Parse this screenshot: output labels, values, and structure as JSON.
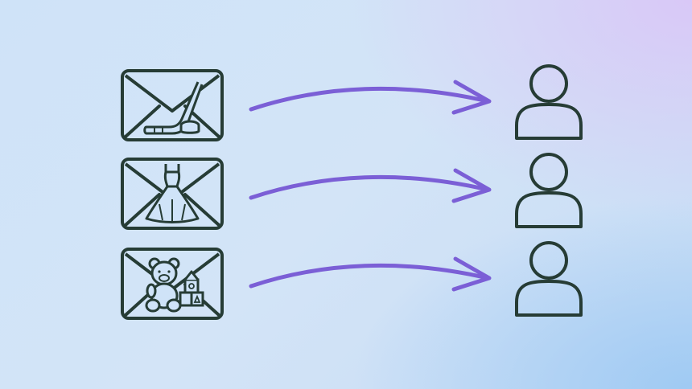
{
  "colors": {
    "stroke": "#263c35",
    "arrow": "#7b5fd6",
    "background_top_left": "#cfe3f8",
    "background_top_right": "#d9c8f7",
    "background_bottom_right": "#9fcaf3"
  },
  "rows": [
    {
      "envelope_icon": "hockey-envelope-icon",
      "contents": "hockey-stick-and-puck",
      "arrow": "curved-arrow-icon",
      "recipient": "person-icon"
    },
    {
      "envelope_icon": "dress-envelope-icon",
      "contents": "dress",
      "arrow": "curved-arrow-icon",
      "recipient": "person-icon"
    },
    {
      "envelope_icon": "toys-envelope-icon",
      "contents": "teddy-bear-and-blocks",
      "arrow": "curved-arrow-icon",
      "recipient": "person-icon"
    }
  ]
}
